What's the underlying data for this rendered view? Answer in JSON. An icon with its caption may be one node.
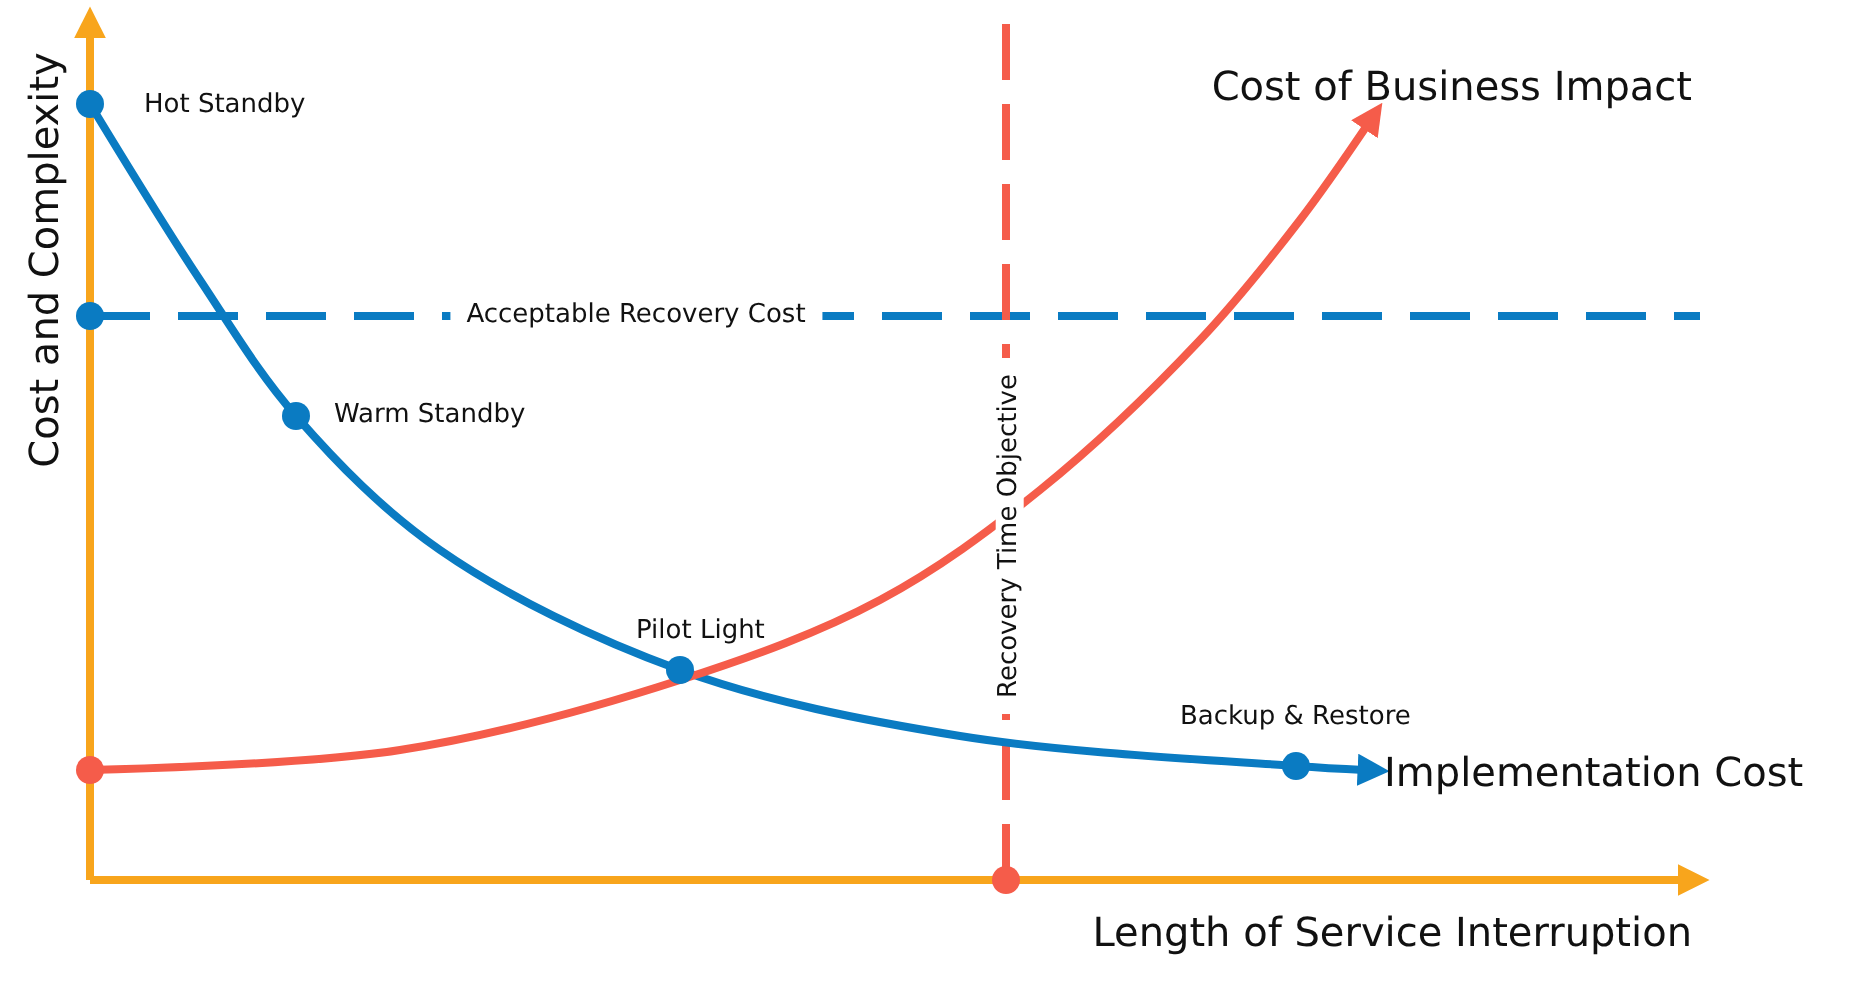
{
  "diagram": {
    "labels": [
      "Cost and Complexity",
      "Hot Standby",
      "Cost of Business Impact",
      "Acceptable Recovery Cost",
      "Warm Standby",
      "Recovery Time Objective",
      "Pilot Light",
      "Backup & Restore",
      "Implementation Cost",
      "Length of Service Interruption"
    ]
  }
}
